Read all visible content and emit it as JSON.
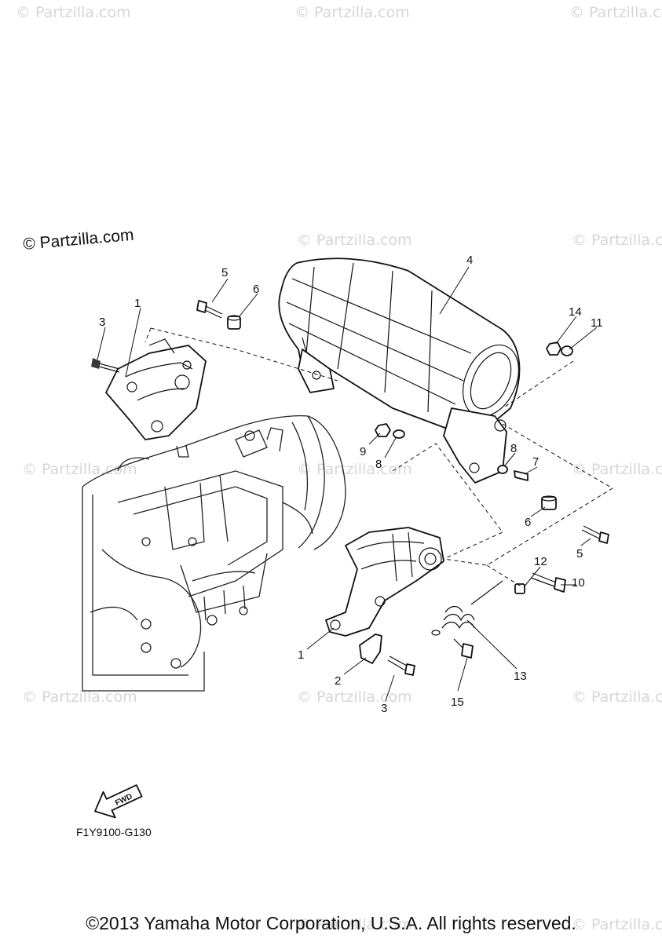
{
  "watermark": {
    "text": "© Partzilla.com",
    "main_text": "© Partzilla.com"
  },
  "figure_code": "F1Y9100-G130",
  "fwd_label": "FWD",
  "copyright": "©2013 Yamaha Motor Corporation, U.S.A. All rights reserved.",
  "callouts": {
    "c1a": "1",
    "c1b": "1",
    "c2": "2",
    "c3a": "3",
    "c3b": "3",
    "c4": "4",
    "c5a": "5",
    "c5b": "5",
    "c6a": "6",
    "c6b": "6",
    "c7": "7",
    "c8a": "8",
    "c8b": "8",
    "c9": "9",
    "c10": "10",
    "c11": "11",
    "c12": "12",
    "c13": "13",
    "c14": "14",
    "c15": "15"
  }
}
